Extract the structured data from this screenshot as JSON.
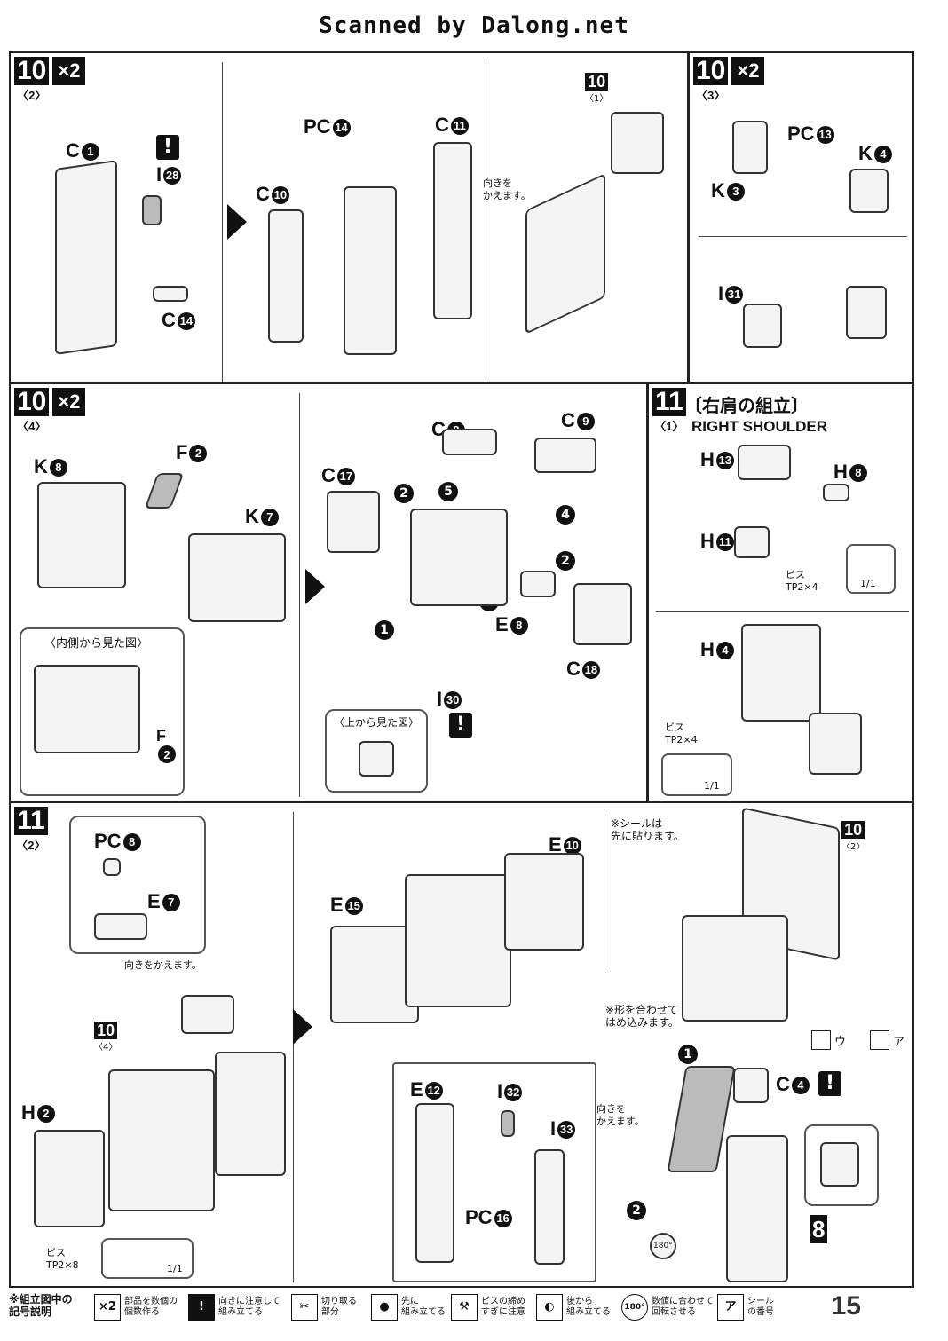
{
  "header": {
    "scanned_by": "Scanned by Dalong.net"
  },
  "panels": {
    "p1": {
      "step": "10",
      "sub": "〈2〉",
      "mult": "×2",
      "labels": [
        "C",
        "I",
        "C",
        "PC",
        "C",
        "C"
      ],
      "nums": [
        "1",
        "28",
        "14",
        "14",
        "11",
        "10"
      ],
      "ref_step": "10",
      "ref_sub": "〈1〉",
      "note": "向きを\nかえます。"
    },
    "p2": {
      "step": "10",
      "sub": "〈3〉",
      "mult": "×2",
      "labels": [
        "PC",
        "K",
        "K",
        "I"
      ],
      "nums": [
        "13",
        "4",
        "3",
        "31"
      ]
    },
    "p3": {
      "step": "10",
      "sub": "〈4〉",
      "mult": "×2",
      "labels": [
        "K",
        "F",
        "K",
        "F",
        "C",
        "C",
        "C",
        "E",
        "I",
        "C"
      ],
      "nums": [
        "8",
        "2",
        "7",
        "2",
        "17",
        "8",
        "9",
        "8",
        "30",
        "18"
      ],
      "inset_inner": "〈内側から見た図〉",
      "inset_top": "〈上から見た図〉",
      "seq": [
        "2",
        "5",
        "4",
        "2",
        "3",
        "1"
      ]
    },
    "p4": {
      "step": "11",
      "sub": "〈1〉",
      "title_jp": "〔右肩の組立〕",
      "title_en": "RIGHT SHOULDER",
      "labels": [
        "H",
        "H",
        "H",
        "H"
      ],
      "nums": [
        "13",
        "8",
        "11",
        "4"
      ],
      "screw1": "ビス\nTP2×4",
      "screw1_count": "1/1",
      "screw2": "ビス\nTP2×4",
      "screw2_count": "1/1"
    },
    "p5": {
      "step": "11",
      "sub": "〈2〉",
      "labels": [
        "PC",
        "E",
        "H",
        "E",
        "E",
        "E",
        "I",
        "I",
        "PC",
        "C"
      ],
      "nums": [
        "8",
        "7",
        "2",
        "15",
        "10",
        "12",
        "32",
        "33",
        "16",
        "4"
      ],
      "note_turn": "向きをかえます。",
      "ref_step_a": "10",
      "ref_sub_a": "〈4〉",
      "ref_step_b": "10",
      "ref_sub_b": "〈2〉",
      "note_seal": "※シールは\n先に貼ります。",
      "note_fit": "※形を合わせて\nはめ込みます。",
      "note_turn2": "向きを\nかえます。",
      "screw": "ビス\nTP2×8",
      "screw_count": "1/1",
      "seq": [
        "1",
        "2"
      ],
      "rot": "180°",
      "assembly": "8",
      "seals": [
        "ウ",
        "ア"
      ]
    }
  },
  "legend": {
    "title": "※組立図中の\n記号説明",
    "items": [
      {
        "icon": "×2",
        "text": "部品を数個の\n個数作る"
      },
      {
        "icon": "!",
        "text": "向きに注意して\n組み立てる"
      },
      {
        "icon": "✂",
        "text": "切り取る\n部分"
      },
      {
        "icon": "●",
        "text": "先に\n組み立てる"
      },
      {
        "icon": "⚒",
        "text": "ビスの締め\nすぎに注意"
      },
      {
        "icon": "◐",
        "text": "後から\n組み立てる"
      },
      {
        "icon": "180°",
        "text": "数値に合わせて\n回転させる"
      },
      {
        "icon": "ア",
        "text": "シール\nの番号"
      }
    ],
    "page": "15"
  }
}
